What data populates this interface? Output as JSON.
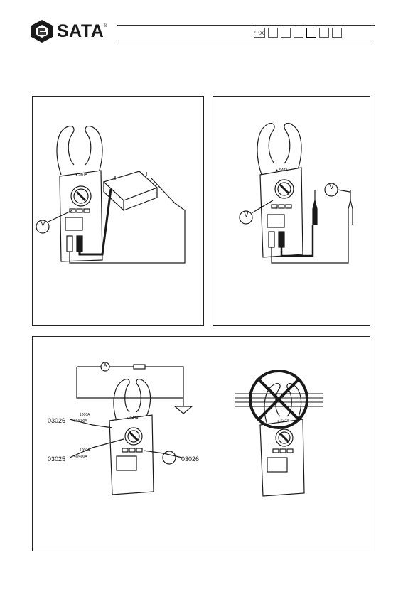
{
  "header": {
    "brand": "SATA",
    "brand_mark": "®",
    "languages": [
      "中文",
      "",
      "",
      "",
      "",
      "",
      ""
    ],
    "active_language_index": 4
  },
  "panels": {
    "dc_voltage": {
      "symbol": "V"
    },
    "ac_voltage": {
      "symbol": "V"
    },
    "current": {
      "meter_symbol": "A",
      "model_labels": [
        "03026",
        "03025",
        "03026"
      ],
      "range_labels": [
        "1000A",
        "60/600A",
        "1000A",
        "40/400A"
      ]
    }
  },
  "colors": {
    "line": "#1a1a1a",
    "background": "#ffffff"
  }
}
